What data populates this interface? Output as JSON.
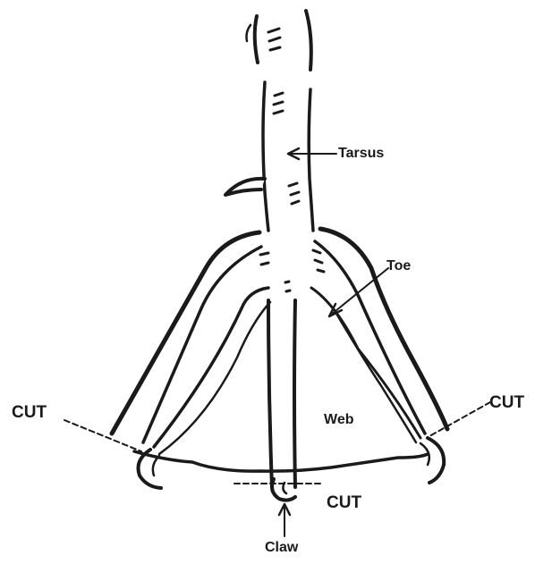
{
  "diagram": {
    "labels": {
      "tarsus": "Tarsus",
      "toe": "Toe",
      "web": "Web",
      "cut_left": "CUT",
      "cut_right": "CUT",
      "cut_bottom": "CUT",
      "claw": "Claw"
    },
    "colors": {
      "ink": "#1a1a1a",
      "background": "#ffffff"
    }
  }
}
